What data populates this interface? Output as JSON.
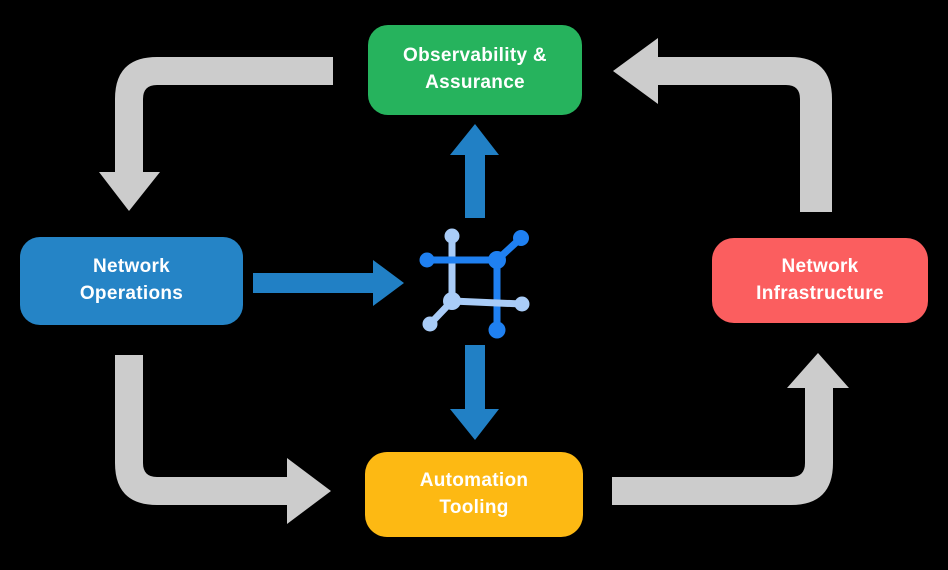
{
  "colors": {
    "background": "#000000",
    "arrow_gray": "#CCCCCC",
    "arrow_blue": "#2180C5",
    "label_text": "#FFFFFF",
    "node_green": "#26B35D",
    "node_blue": "#2584C6",
    "node_red": "#FB5E5F",
    "node_yellow": "#FDB913"
  },
  "nodes": {
    "observability": {
      "line1": "Observability &",
      "line2": "Assurance",
      "color": "#26B35D"
    },
    "operations": {
      "line1": "Network",
      "line2": "Operations",
      "color": "#2584C6"
    },
    "infrastructure": {
      "line1": "Network",
      "line2": "Infrastructure",
      "color": "#FB5E5F"
    },
    "automation": {
      "line1": "Automation",
      "line2": "Tooling",
      "color": "#FDB913"
    }
  },
  "center_icon": {
    "name": "network-mesh-icon",
    "primary_color": "#1F80F1",
    "secondary_color": "#A9CCF7"
  },
  "arrows": [
    {
      "id": "observability-to-operations",
      "color_key": "arrow_gray",
      "shape": "left-then-down"
    },
    {
      "id": "infrastructure-to-observability",
      "color_key": "arrow_gray",
      "shape": "up-then-left"
    },
    {
      "id": "operations-to-automation",
      "color_key": "arrow_gray",
      "shape": "down-then-right"
    },
    {
      "id": "automation-to-infrastructure",
      "color_key": "arrow_gray",
      "shape": "right-then-up"
    },
    {
      "id": "operations-to-center",
      "color_key": "arrow_blue",
      "shape": "right"
    },
    {
      "id": "center-to-observability",
      "color_key": "arrow_blue",
      "shape": "up"
    },
    {
      "id": "center-to-automation",
      "color_key": "arrow_blue",
      "shape": "down"
    }
  ]
}
